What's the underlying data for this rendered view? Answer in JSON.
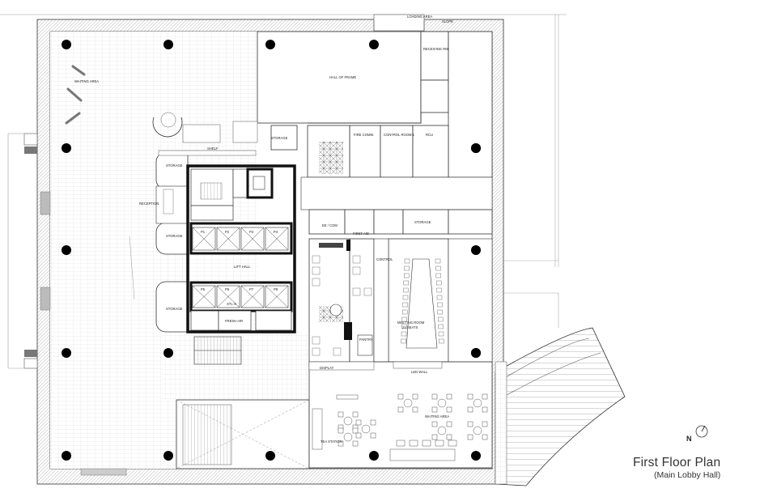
{
  "title": "First Floor Plan",
  "subtitle": "(Main Lobby Hall)",
  "north_label": "N",
  "rooms": {
    "loading_area": "LOADING AREA",
    "slope": "SLOPE",
    "receiving_rm": "RECEIVING RM.",
    "hall_of_frame": "HALL OF FRAME",
    "waiting_area_top": "WAITING AREA",
    "storage_1": "STORAGE",
    "storage_2": "STORAGE",
    "storage_3": "STORAGE",
    "storage_4": "STORAGE",
    "storage_5": "STORAGE",
    "fire_comm": "FIRE COMM.",
    "control_room": "CONTROL ROOM 1",
    "rcu": "RCU",
    "reception": "RECEPTION",
    "lift_hall": "LIFT HALL",
    "first_aid": "FIRST AID",
    "meeting_room": "MEETING ROOM",
    "meeting_seats": "24 SEATS",
    "led_wall": "LED WALL",
    "display": "DISPLAY",
    "pantry": "PANTRY",
    "waiting_area": "WAITING AREA",
    "tea_station": "TEA STATION",
    "fresh_air": "FRESH AIR",
    "stl": "STL-S",
    "shelf": "SHELF",
    "ee_com": "EE / COM",
    "control": "CONTROL"
  },
  "lifts": [
    "P1",
    "P2",
    "P3",
    "P4",
    "P5",
    "P6",
    "P7",
    "P8"
  ],
  "colors": {
    "line": "#333333",
    "wall": "#111111",
    "column": "#000000",
    "grid": "#c8c8c8",
    "text": "#333333",
    "hatch": "#9a9a9a"
  }
}
